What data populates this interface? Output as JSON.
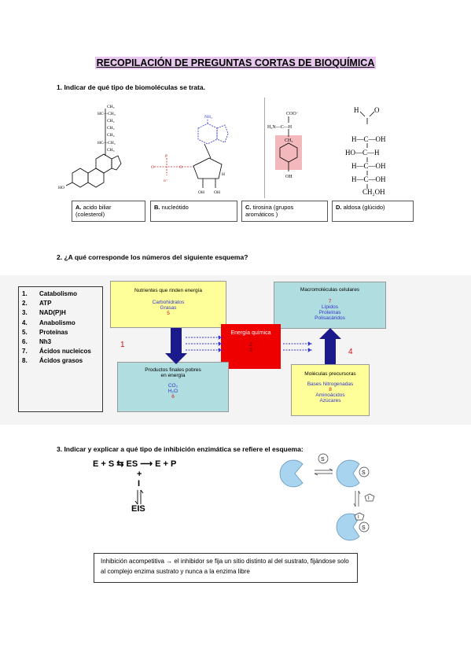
{
  "title": "RECOPILACIÓN DE PREGUNTAS CORTAS DE BIOQUÍMICA",
  "q1": {
    "text": "1.   Indicar de qué tipo de biomoléculas se trata.",
    "options": [
      {
        "letter": "A.",
        "text": "acido biliar (colesterol)"
      },
      {
        "letter": "B.",
        "text": "nucleótido"
      },
      {
        "letter": "C.",
        "text": "tirosina (grupos aromáticos )"
      },
      {
        "letter": "D.",
        "text": "aldosa (glúcido)"
      }
    ],
    "glucose_labels": [
      "H",
      "O",
      "H—C—OH",
      "HO—C—H",
      "H—C—OH",
      "H—C—OH",
      "CH₂OH"
    ],
    "tyrosine_labels": [
      "COO⁻",
      "H₃N—C—H",
      "CH₂",
      "OH"
    ],
    "nucleotide_labels": [
      "NH₂",
      "O",
      "P",
      "O",
      "n⁻",
      "H",
      "OH",
      "OH"
    ],
    "steroid_labels": [
      "CH₃",
      "HC—CH₃",
      "CH₂",
      "CH₂",
      "CH₂",
      "HC—CH₃",
      "CH₃",
      "HO"
    ]
  },
  "q2": {
    "text": "2.   ¿A qué corresponde los números del siguiente esquema?",
    "legend": [
      {
        "n": "1.",
        "t": "Catabolismo"
      },
      {
        "n": "2.",
        "t": "ATP"
      },
      {
        "n": "3.",
        "t": "NAD(P)H"
      },
      {
        "n": "4.",
        "t": "Anabolismo"
      },
      {
        "n": "5.",
        "t": "Proteínas"
      },
      {
        "n": "6.",
        "t": "Nh3"
      },
      {
        "n": "7.",
        "t": "Ácidos nucleicos"
      },
      {
        "n": "8.",
        "t": "Ácidos grasos"
      }
    ],
    "nutrients": {
      "title": "Nutrientes que rinden energía",
      "l1": "Carbohidratos",
      "l2": "Grasas",
      "num": "5"
    },
    "macromol": {
      "title": "Macromoléculas celulares",
      "num": "7",
      "l1": "Lípidos",
      "l2": "Proteínas",
      "l3": "Polisacáridos"
    },
    "energia": {
      "title": "Energía química",
      "n1": "2",
      "n2": "3"
    },
    "productos": {
      "title": "Productos finales pobres en energía",
      "l1": "CO₂",
      "l2": "H₂O",
      "num": "6"
    },
    "precursores": {
      "title": "Moléculas precursoras",
      "l1": "Bases Nitrogenadas",
      "num": "8",
      "l2": "Aminoácidos",
      "l3": "Azúcares"
    },
    "label1": "1",
    "label4": "4"
  },
  "q3": {
    "text": "3.   Indicar y explicar a qué tipo de inhibición enzimática se refiere el esquema:",
    "eq_line": "E + S ⇆ ES ⟶ E + P",
    "plus": "+",
    "inhib": "I",
    "eis": "EIS",
    "s_label": "S",
    "i_label": "I",
    "answer": "Inhibición acompetitiva → el inhibidor se fija un sitio distinto al del sustrato, fijándose solo al complejo enzima sustrato y nunca a la enzima libre"
  }
}
